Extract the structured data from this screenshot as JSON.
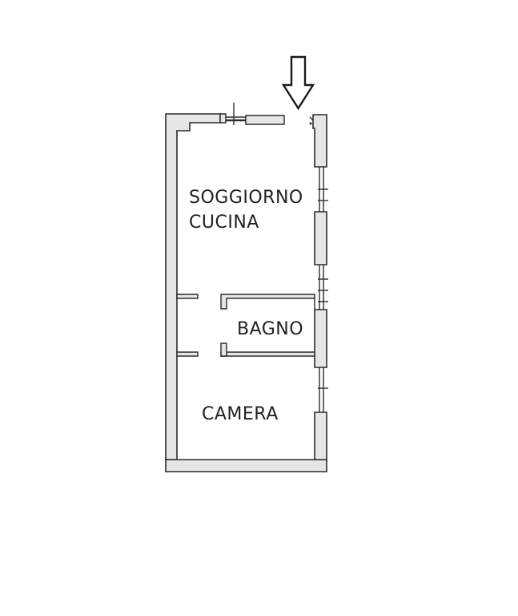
{
  "rooms": {
    "living_line1": "SOGGIORNO",
    "living_line2": "CUCINA",
    "bathroom": "BAGNO",
    "bedroom": "CAMERA"
  },
  "entrance_marker": "arrow-down-icon",
  "colors": {
    "wall_fill": "#e6e6e6",
    "wall_stroke": "#2b2b2b",
    "text": "#222222"
  }
}
